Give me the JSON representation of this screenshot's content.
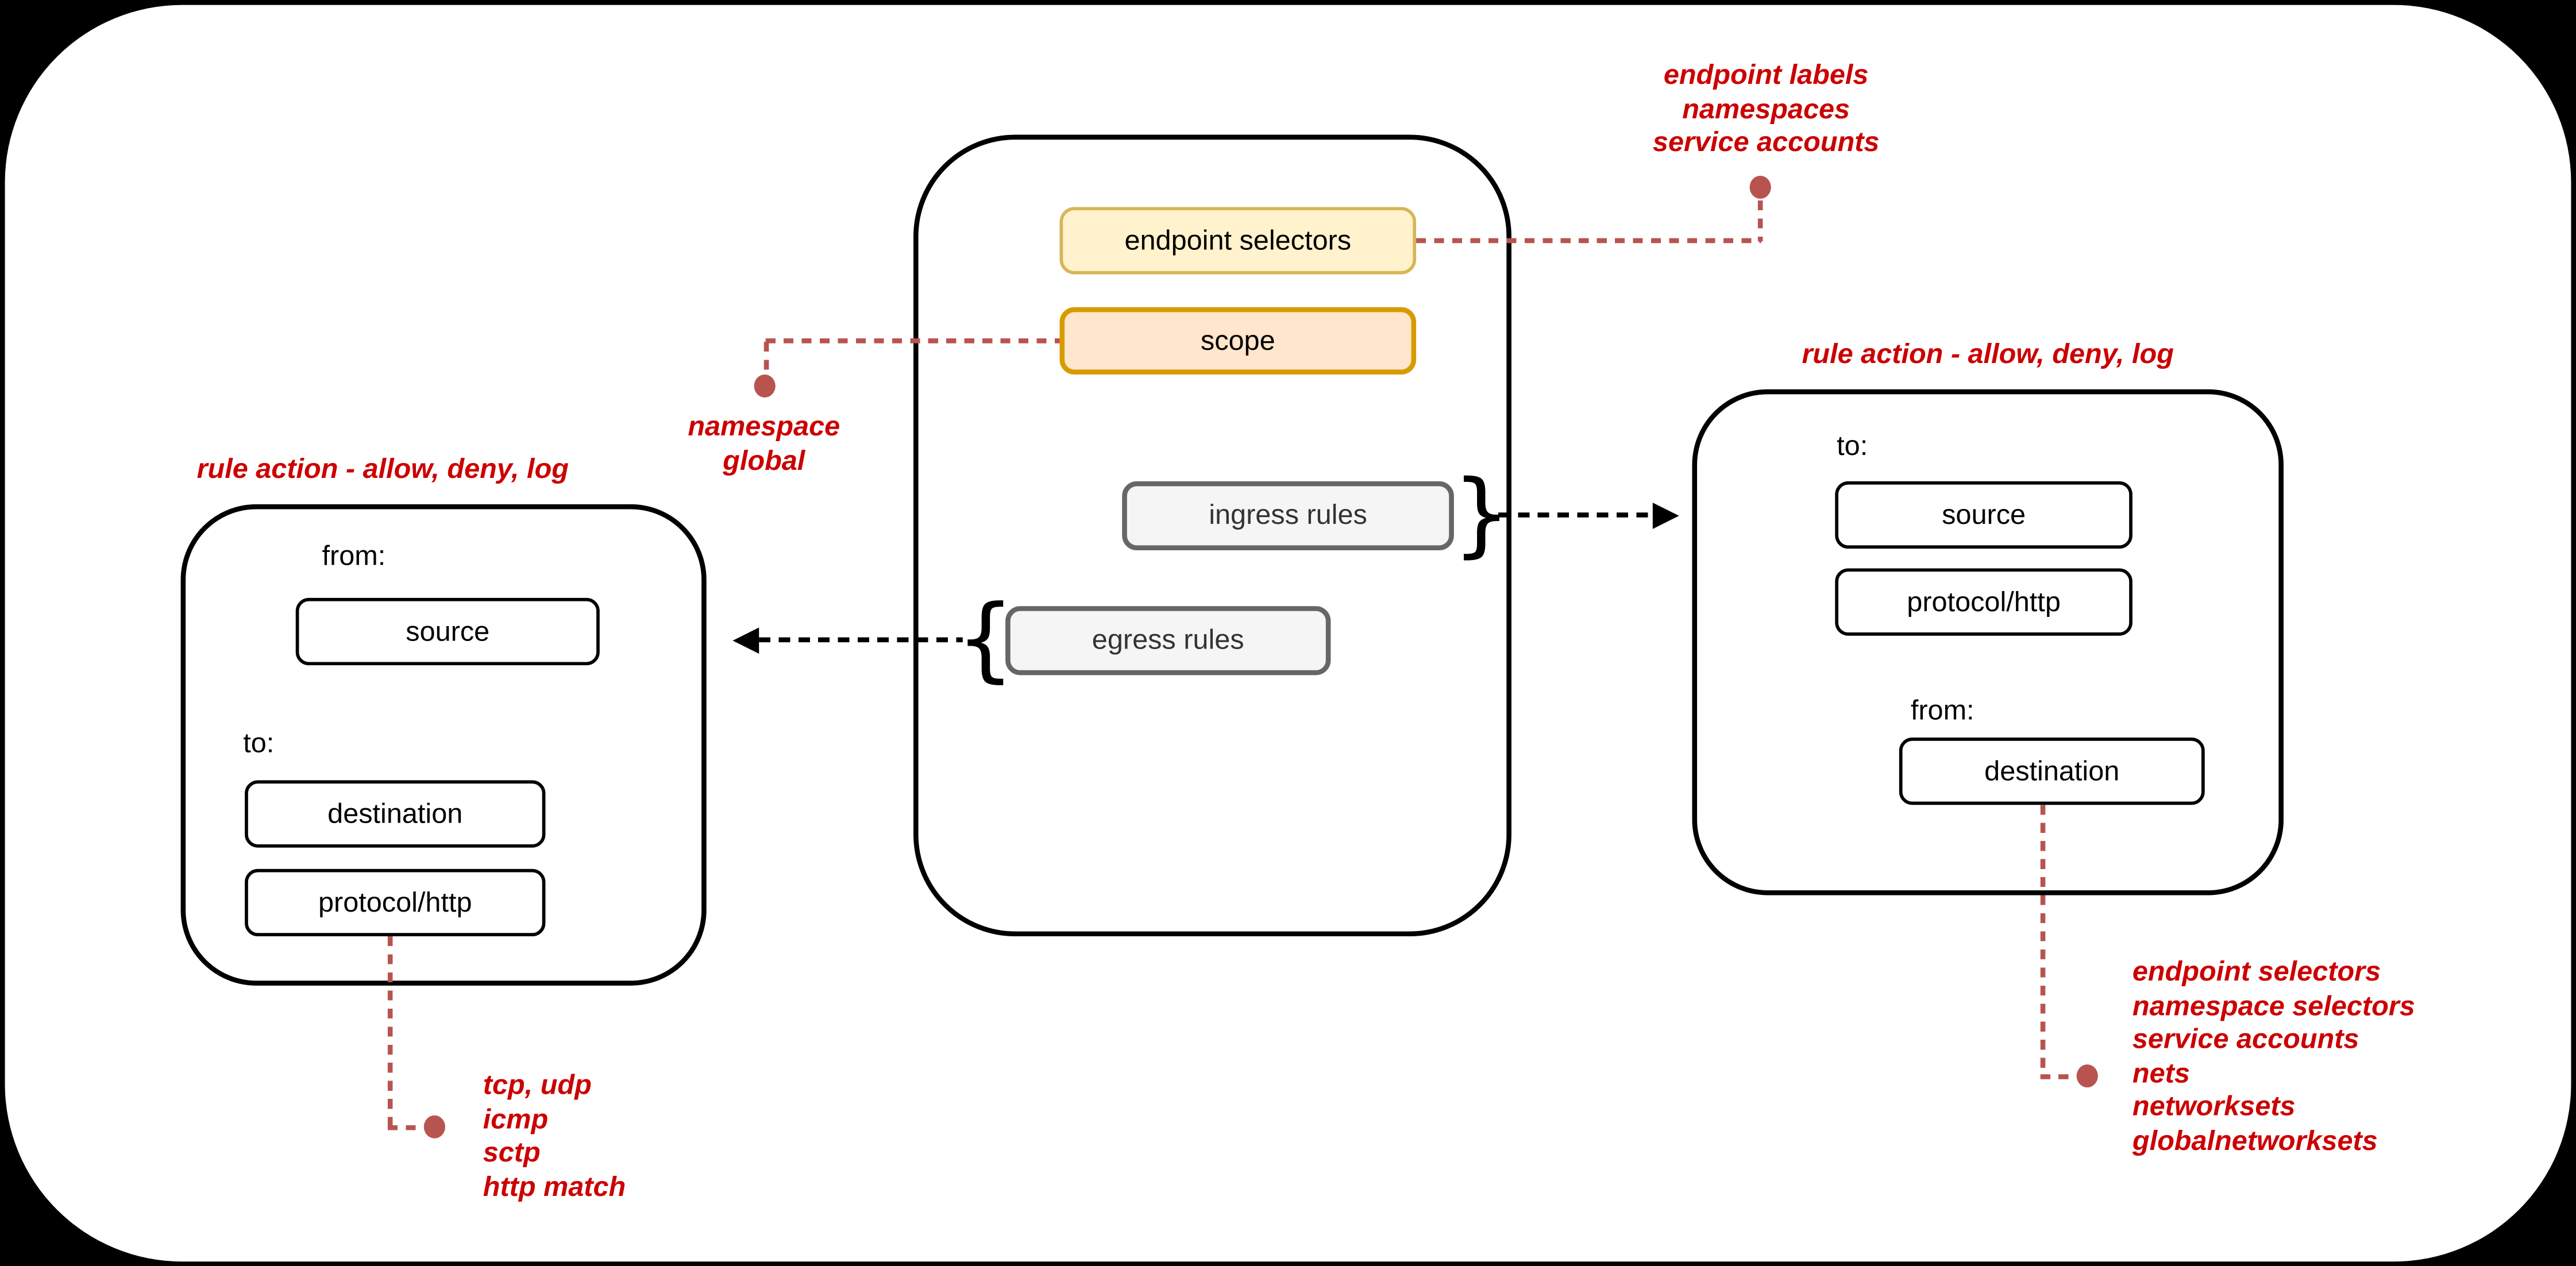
{
  "colors": {
    "background": "#000000",
    "panel": "#ffffff",
    "annotation_red": "#cc0000",
    "connector_red": "#b85450",
    "endpoint_selectors_fill": "#fff2cc",
    "endpoint_selectors_stroke": "#d6b656",
    "scope_fill": "#ffe6cc",
    "scope_stroke": "#d79b00",
    "rules_fill": "#f5f5f5",
    "rules_stroke": "#666666"
  },
  "policy_box": {
    "endpoint_selectors": "endpoint selectors",
    "scope": "scope",
    "ingress_rules": "ingress rules",
    "egress_rules": "egress rules",
    "ingress_brace": "}",
    "egress_brace": "{"
  },
  "egress_detail_box": {
    "title": "rule action - allow, deny, log",
    "from_label": "from:",
    "source": "source",
    "to_label": "to:",
    "destination": "destination",
    "protocol": "protocol/http"
  },
  "ingress_detail_box": {
    "title": "rule action - allow, deny, log",
    "to_label": "to:",
    "source": "source",
    "protocol": "protocol/http",
    "from_label": "from:",
    "destination": "destination"
  },
  "annotations": {
    "endpoint_selectors_note": [
      "endpoint labels",
      "namespaces",
      "service accounts"
    ],
    "scope_note": [
      "namespace",
      "global"
    ],
    "protocol_note": [
      "tcp, udp",
      "icmp",
      "sctp",
      "http match"
    ],
    "destination_note": [
      "endpoint selectors",
      "namespace selectors",
      "service accounts",
      "nets",
      "networksets",
      "globalnetworksets"
    ]
  }
}
